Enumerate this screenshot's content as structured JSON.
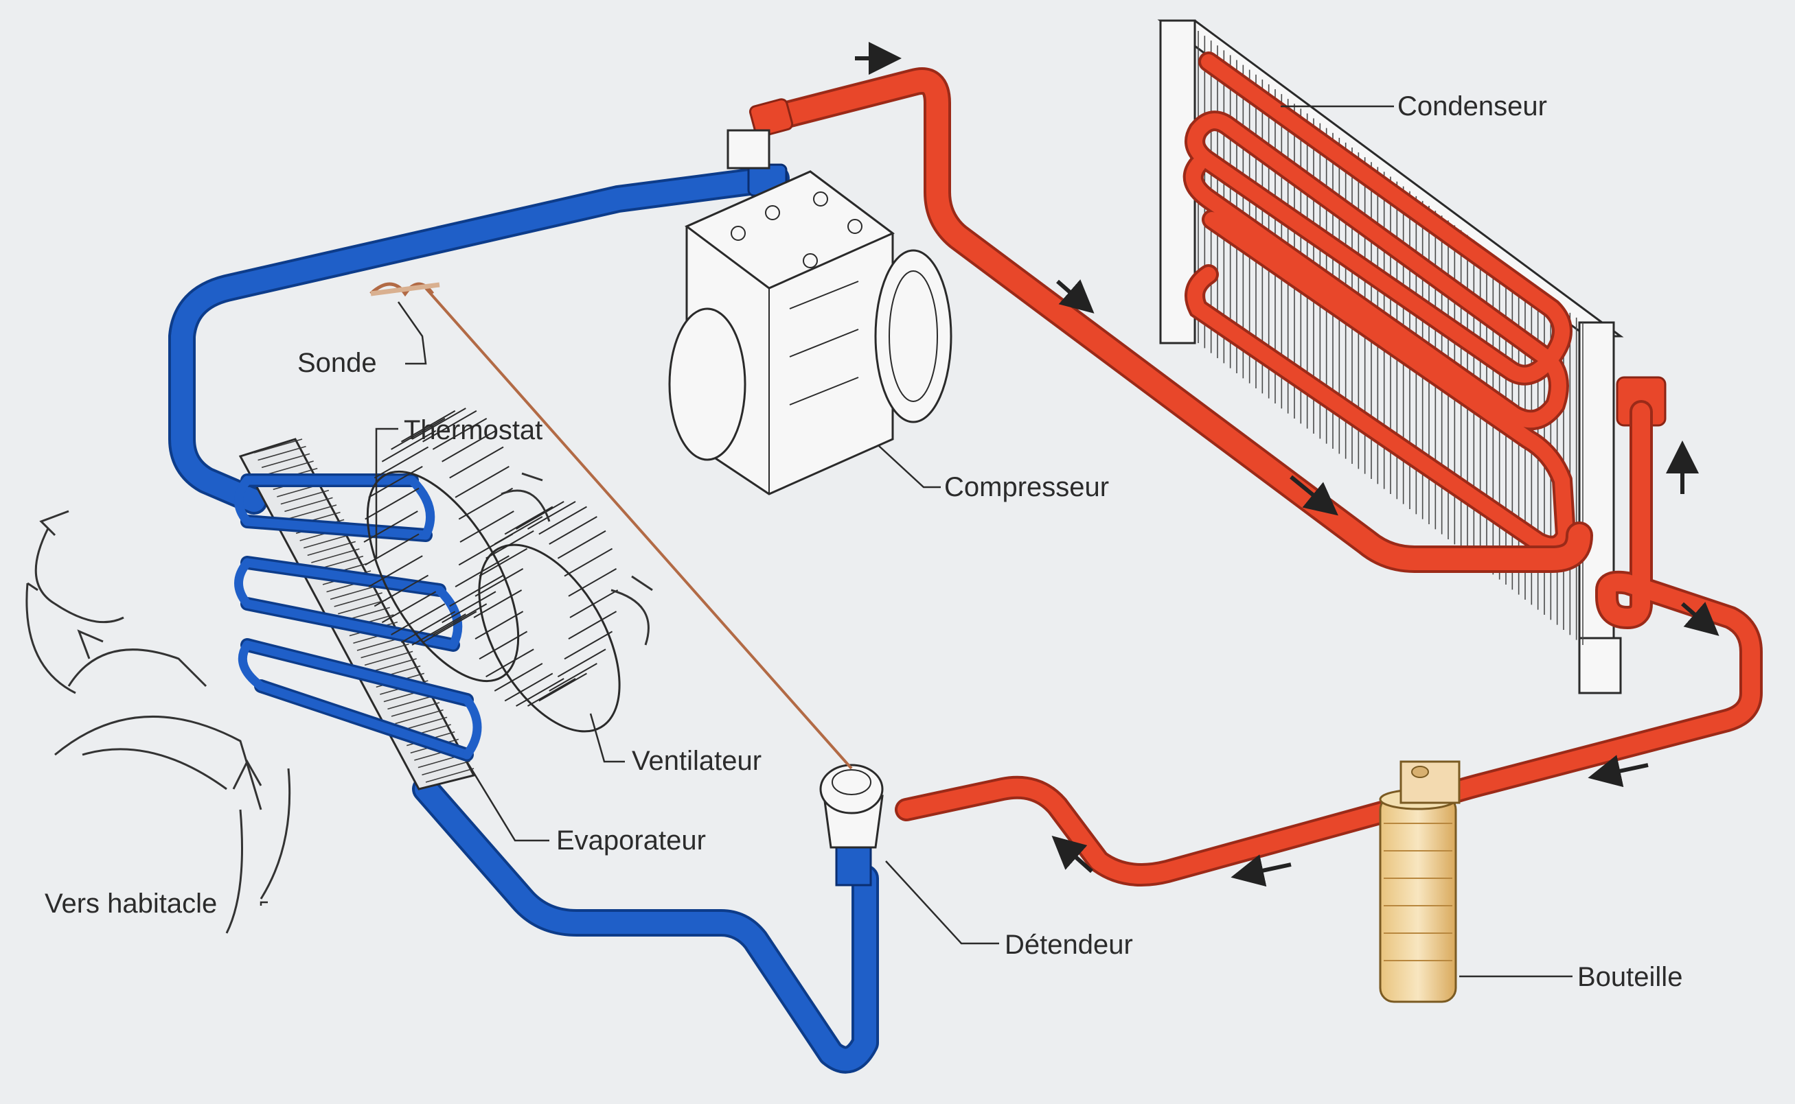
{
  "colors": {
    "background": "#eceef0",
    "cold_pipe": "#1f5fc8",
    "hot_pipe": "#e8472a",
    "bottle": "#f2d7a0",
    "text": "#2b2b2b"
  },
  "icons": {
    "flow_arrow": "arrow-icon",
    "air_arrow": "curved-arrow-icon"
  },
  "labels": {
    "condenseur": "Condenseur",
    "sonde": "Sonde",
    "thermostat": "Thermostat",
    "compresseur": "Compresseur",
    "ventilateur": "Ventilateur",
    "evaporateur": "Evaporateur",
    "vers_habitacle": "Vers habitacle",
    "detendeur": "Détendeur",
    "bouteille": "Bouteille"
  }
}
